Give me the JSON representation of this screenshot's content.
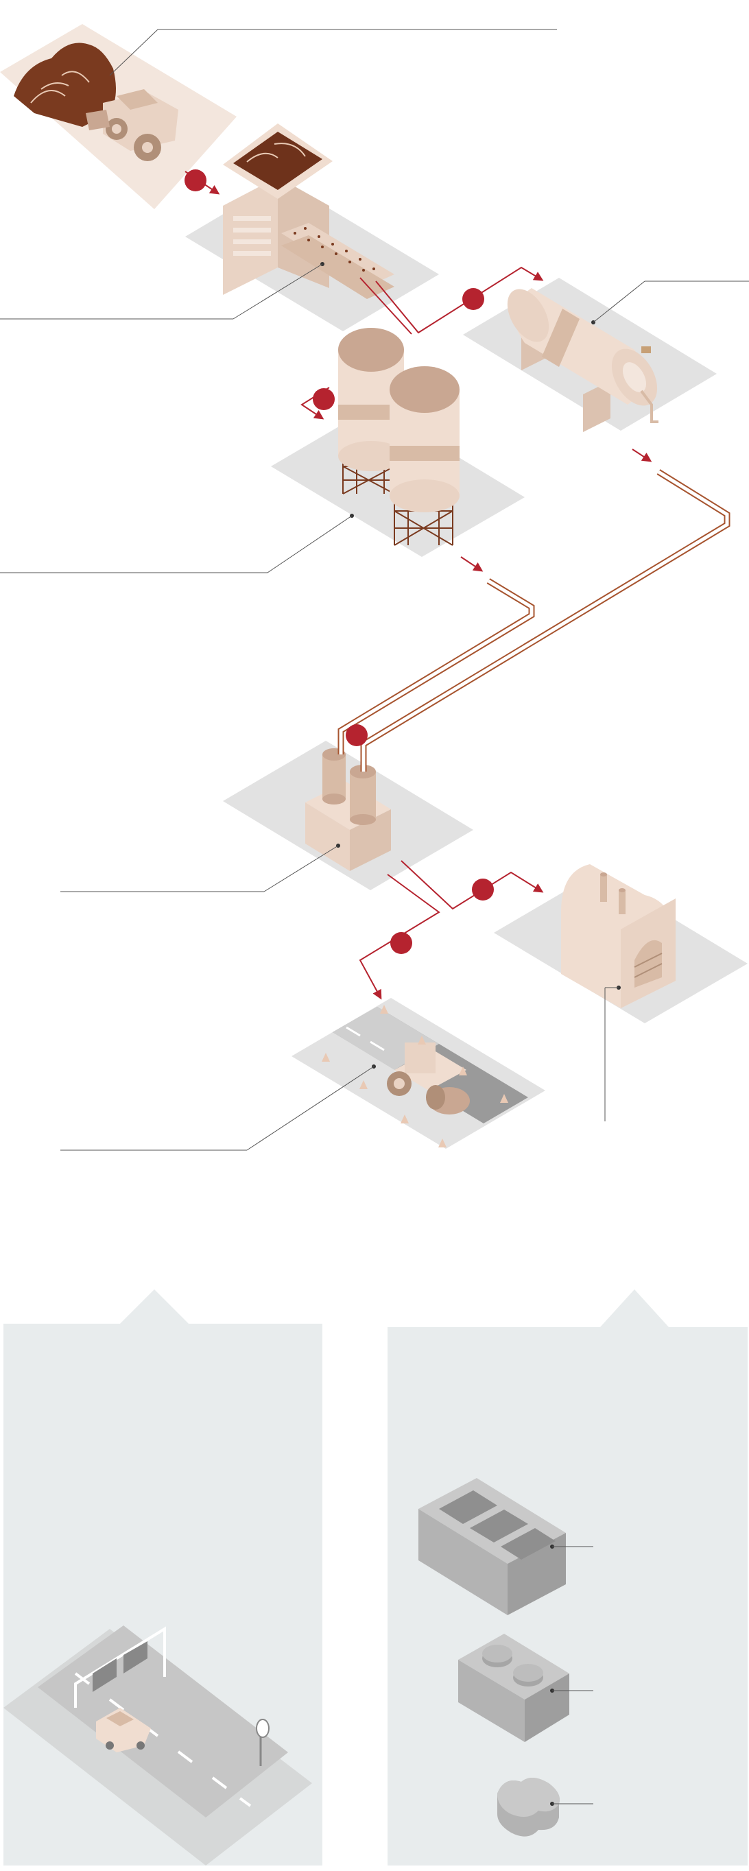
{
  "diagram": {
    "title": "",
    "stages": [
      {
        "id": "raw-material",
        "icon": "dirt-pile-loader-icon"
      },
      {
        "id": "crusher",
        "icon": "hopper-crusher-icon"
      },
      {
        "id": "kiln",
        "icon": "rotary-kiln-icon"
      },
      {
        "id": "silos",
        "icon": "storage-silo-icon"
      },
      {
        "id": "mixer",
        "icon": "mixer-plant-icon"
      },
      {
        "id": "oven",
        "icon": "curing-oven-icon"
      },
      {
        "id": "road-paving",
        "icon": "road-roller-icon"
      }
    ],
    "callouts": [
      {
        "stage": "raw-material",
        "text": ""
      },
      {
        "stage": "crusher",
        "text": ""
      },
      {
        "stage": "kiln",
        "text": ""
      },
      {
        "stage": "silos",
        "text": ""
      },
      {
        "stage": "mixer",
        "text": ""
      },
      {
        "stage": "oven",
        "text": ""
      },
      {
        "stage": "road-paving",
        "text": ""
      }
    ]
  },
  "panels": {
    "left": {
      "title": "",
      "icon": "highway-road-icon"
    },
    "right": {
      "title": "",
      "items": [
        {
          "icon": "hollow-block-icon",
          "label": ""
        },
        {
          "icon": "stud-brick-icon",
          "label": ""
        },
        {
          "icon": "paver-stone-icon",
          "label": ""
        }
      ]
    }
  },
  "colors": {
    "accent_red": "#b5232f",
    "platform": "#e2e2e2",
    "dirt": "#7a3a1f",
    "equipment_light": "#f0ddd0",
    "equipment_mid": "#d8bba6",
    "equipment_dark": "#b08f78",
    "block_gray": "#bdbdbd",
    "panel_bg": "#e8eced"
  }
}
